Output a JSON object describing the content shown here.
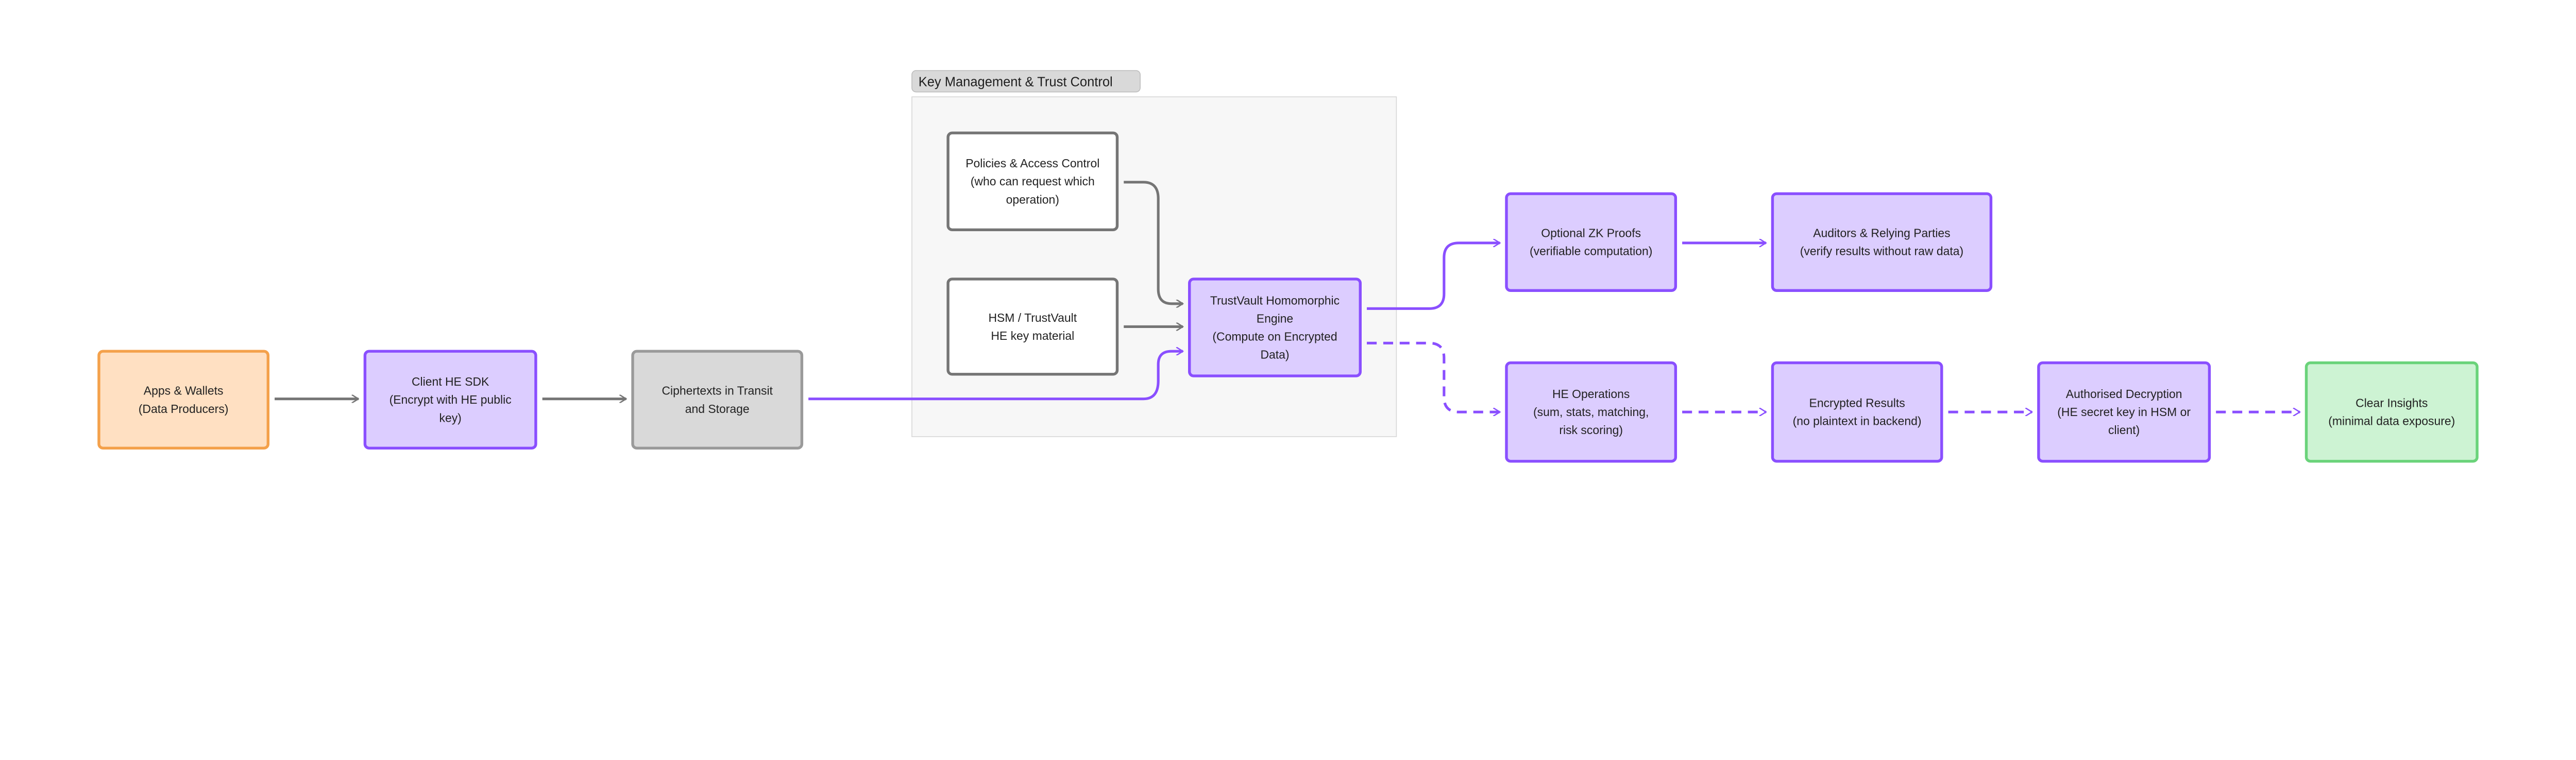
{
  "colors": {
    "purple_stroke": "#8a4fff",
    "purple_fill": "#dccdff",
    "gray_stroke": "#757575",
    "orange_stroke": "#f4a14b",
    "orange_fill": "#ffe0c2",
    "green_stroke": "#6ad37a",
    "green_fill": "#cdf3d3",
    "cipher_fill": "#d9d9d9",
    "cipher_stroke": "#9a9a9a",
    "group_fill": "#f7f7f7"
  },
  "group": {
    "label": "Key Management & Trust Control"
  },
  "nodes": {
    "apps": {
      "lines": [
        "Apps & Wallets",
        "(Data Producers)"
      ]
    },
    "sdk": {
      "lines": [
        "Client HE SDK",
        "(Encrypt with HE public",
        "key)"
      ]
    },
    "cipher": {
      "lines": [
        "Ciphertexts in Transit",
        "and Storage"
      ]
    },
    "policies": {
      "lines": [
        "Policies & Access Control",
        "(who can request which",
        "operation)"
      ]
    },
    "hsm": {
      "lines": [
        "HSM / TrustVault",
        "HE key material"
      ]
    },
    "engine": {
      "lines": [
        "TrustVault Homomorphic",
        "Engine",
        "(Compute on Encrypted",
        "Data)"
      ]
    },
    "zk": {
      "lines": [
        "Optional ZK Proofs",
        "(verifiable computation)"
      ]
    },
    "auditors": {
      "lines": [
        "Auditors & Relying Parties",
        "(verify results without raw data)"
      ]
    },
    "heops": {
      "lines": [
        "HE Operations",
        "(sum, stats, matching,",
        "risk scoring)"
      ]
    },
    "results": {
      "lines": [
        "Encrypted Results",
        "(no plaintext in backend)"
      ]
    },
    "decrypt": {
      "lines": [
        "Authorised Decryption",
        "(HE secret key in HSM or",
        "client)"
      ]
    },
    "insights": {
      "lines": [
        "Clear Insights",
        "(minimal data exposure)"
      ]
    }
  }
}
